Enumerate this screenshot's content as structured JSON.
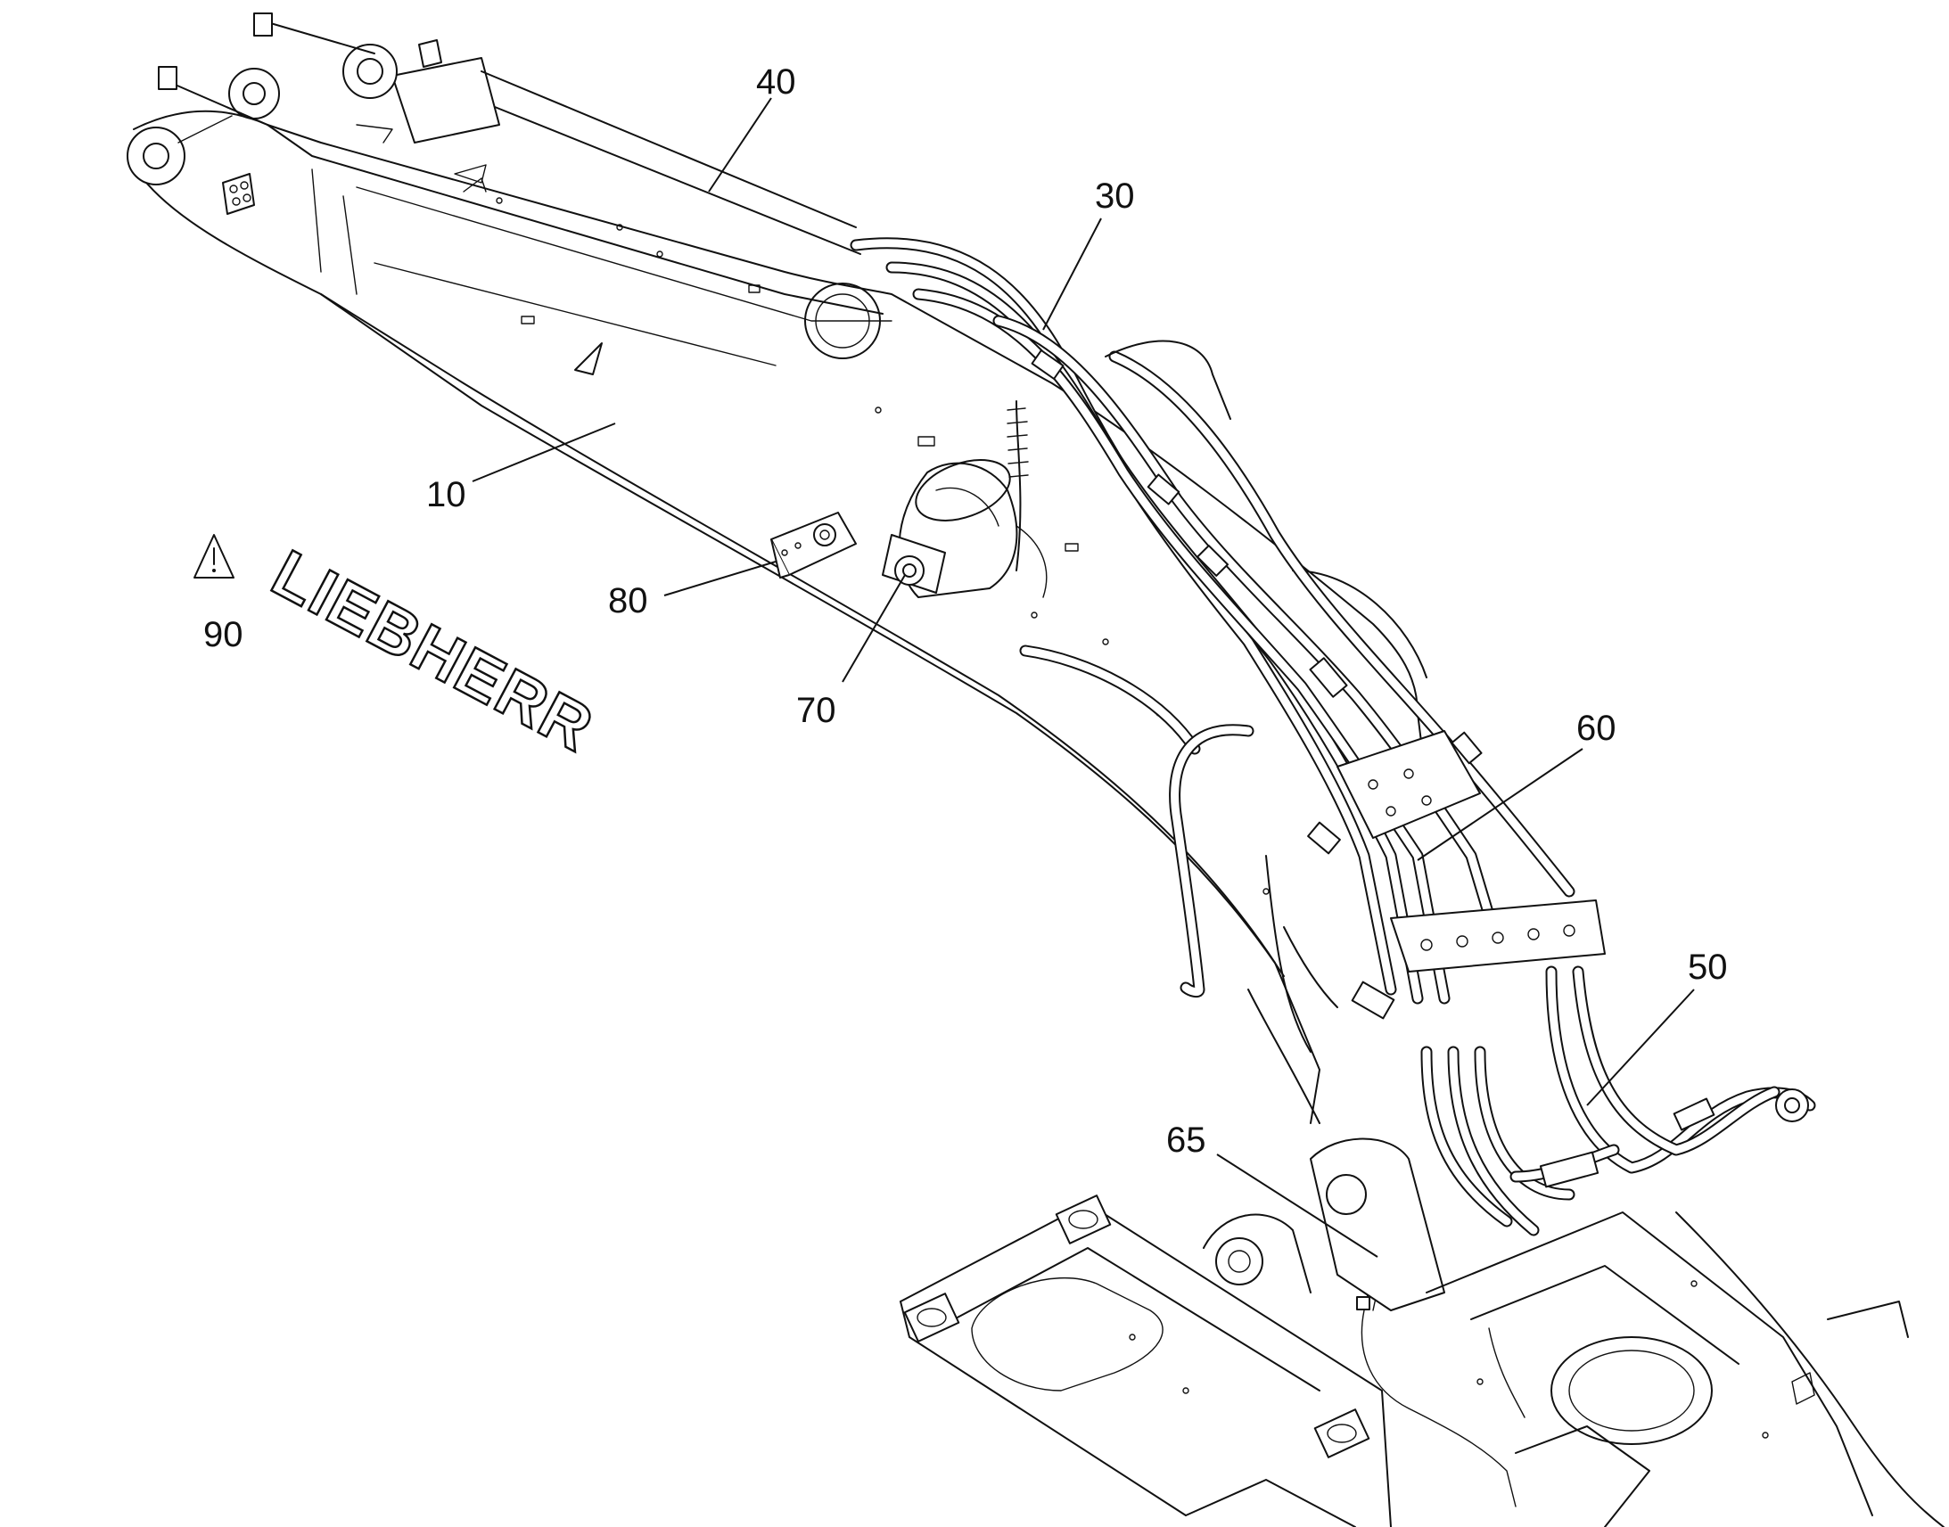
{
  "callouts": [
    {
      "id": "10",
      "label": "10"
    },
    {
      "id": "30",
      "label": "30"
    },
    {
      "id": "40",
      "label": "40"
    },
    {
      "id": "50",
      "label": "50"
    },
    {
      "id": "60",
      "label": "60"
    },
    {
      "id": "65",
      "label": "65"
    },
    {
      "id": "70",
      "label": "70"
    },
    {
      "id": "80",
      "label": "80"
    },
    {
      "id": "90",
      "label": "90"
    }
  ],
  "logo": {
    "text": "LIEBHERR"
  },
  "icons": {
    "warning": "warning-triangle-icon"
  },
  "colors": {
    "line": "#111111",
    "background": "#ffffff"
  }
}
